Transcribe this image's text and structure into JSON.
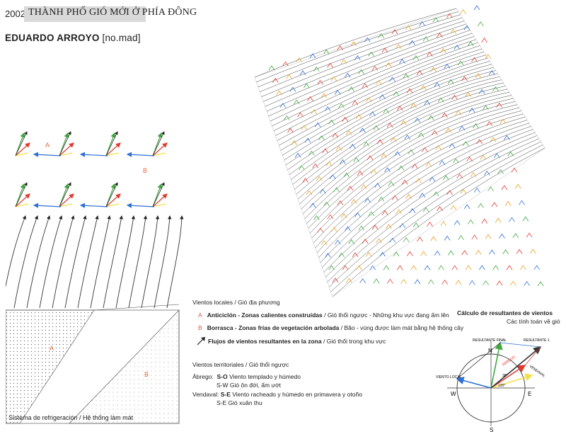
{
  "header": {
    "year": "2002",
    "title": "THÀNH PHỐ GIÓ MỚI Ở PHÍA ĐÔNG",
    "author": "EDUARDO ARROYO",
    "firm": "[no.mad]"
  },
  "legend": {
    "local_heading": "Vientos locales",
    "local_heading_vi": "Gió địa phương",
    "items": [
      {
        "marker": "A",
        "text": "Anticiclón - Zonas calientes construidas",
        "text_vi": "Gió thổi ngược - Những khu vực đang ấm lên"
      },
      {
        "marker": "B",
        "text": "Borrasca - Zonas frías de vegetación arbolada",
        "text_vi": "Bão - vùng được làm mát bằng hệ thống cây"
      },
      {
        "text": "Flujos de vientos resultantes en la zona",
        "text_vi": "Gió thổi trong khu vực"
      }
    ],
    "territorial_heading": "Vientos territoriales",
    "territorial_heading_vi": "Gió thổi ngược",
    "territorial": [
      {
        "name": "Ábrego:",
        "code": "S-O",
        "text": "Viento templado y húmedo",
        "code_vi": "S-W",
        "text_vi": "Gió ôn đới, ẩm ướt"
      },
      {
        "name": "Vendaval:",
        "code": "S-E",
        "text": "Viento racheado y húmedo en primavera y otoño",
        "code_vi": "S-E",
        "text_vi": "Gió xuân thu"
      }
    ]
  },
  "calc": {
    "title": "Cálculo de resultantes de vientos",
    "subtitle": "Các tính toán về gió",
    "labels": {
      "n": "N",
      "s": "S",
      "e": "E",
      "w": "W",
      "resultante_final": "RESULTANTE FINAL",
      "resultante_1": "RESULTANTE 1",
      "abrego": "ÁBREGO",
      "vendaval": "VENDAVAL",
      "viento_local": "VIENTO LOCAL",
      "angle1": "38°",
      "angle2": "125°"
    },
    "colors": {
      "green": "#3ea83e",
      "red": "#e03a2f",
      "blue": "#2f6fd6",
      "yellow": "#f2e04a",
      "dark": "#333333"
    }
  },
  "map_labels": {
    "a_upper": "A",
    "b_upper": "B",
    "a_lower": "A",
    "b_lower": "B"
  },
  "footer": {
    "text": "Sistema de refrigeración",
    "text_vi": "Hệ thống làm mát"
  }
}
